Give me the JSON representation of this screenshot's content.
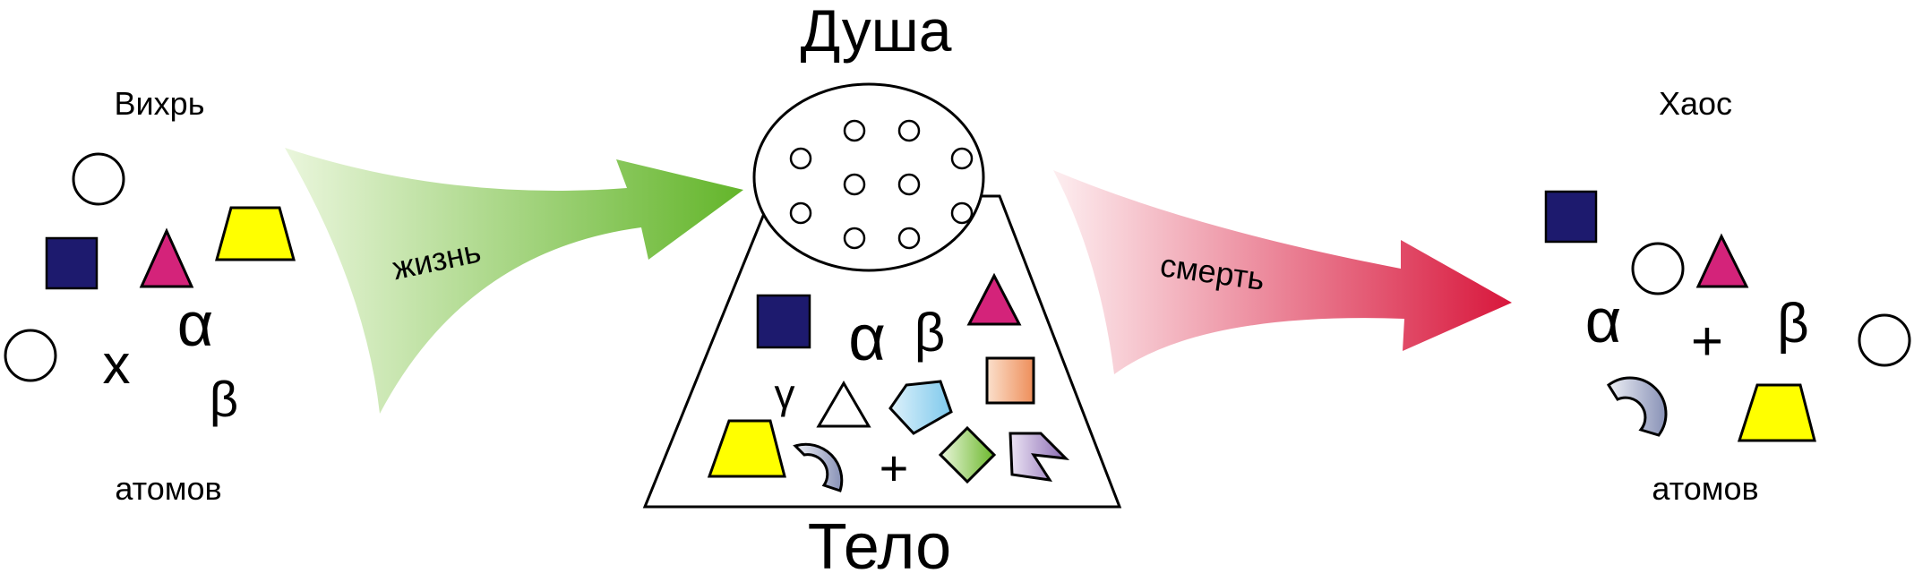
{
  "left": {
    "title": "Вихрь",
    "subtitle": "атомов",
    "symbols": {
      "alpha": "α",
      "beta": "β",
      "chi": "x"
    }
  },
  "center": {
    "soul": "Душа",
    "body": "Тело",
    "symbols": {
      "alpha": "α",
      "beta": "β",
      "gamma": "γ",
      "plus": "+"
    }
  },
  "right": {
    "title": "Хаос",
    "subtitle": "атомов",
    "symbols": {
      "alpha": "α",
      "beta": "β",
      "plus": "+"
    }
  },
  "arrows": {
    "life": "жизнь",
    "death": "смерть"
  },
  "colors": {
    "square": "#1d1a6e",
    "triangle": "#d4237a",
    "trapezoid": "#ffff00",
    "life_arrow_start": "#e6f4d6",
    "life_arrow_end": "#6cb82c",
    "death_arrow_start": "#fbe4e8",
    "death_arrow_end": "#d8173c"
  }
}
